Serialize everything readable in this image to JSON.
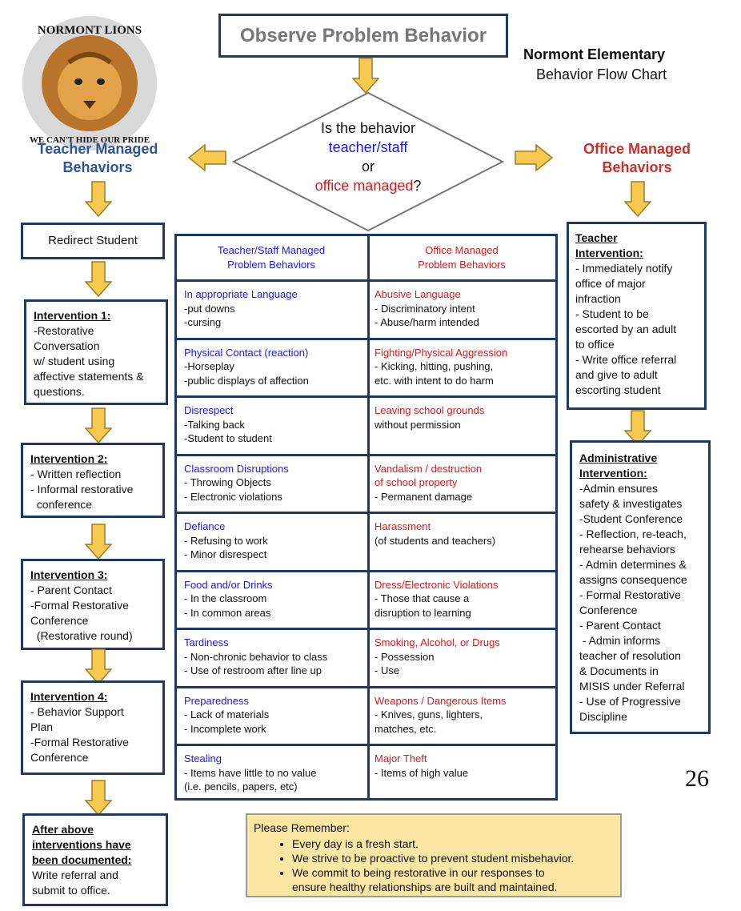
{
  "title": "Observe Problem Behavior",
  "school": {
    "name": "Normont Elementary",
    "subtitle": "Behavior Flow Chart"
  },
  "logo": {
    "top_text": "NORMONT LIONS",
    "bottom_text": "WE CAN'T HIDE OUR PRIDE"
  },
  "decision": {
    "line1": "Is the behavior",
    "line2": "teacher/staff",
    "line3": "or",
    "line4a": "office managed",
    "line4b": "?"
  },
  "teacher_heading": {
    "line1": "Teacher Managed",
    "line2": "Behaviors"
  },
  "office_heading": {
    "line1": "Office Managed",
    "line2": "Behaviors"
  },
  "teacher_steps": {
    "redirect": "Redirect Student",
    "i1": {
      "title": "Intervention 1:",
      "lines": [
        "-Restorative",
        "Conversation",
        "w/ student using",
        "affective statements &",
        "questions."
      ]
    },
    "i2": {
      "title": "Intervention 2:",
      "lines": [
        "- Written reflection",
        "- Informal restorative",
        "  conference"
      ]
    },
    "i3": {
      "title": "Intervention 3:",
      "lines": [
        "- Parent Contact",
        "-Formal Restorative",
        "Conference",
        "  (Restorative round)"
      ]
    },
    "i4": {
      "title": "Intervention 4:",
      "lines": [
        "- Behavior Support",
        "Plan",
        "-Formal Restorative",
        "Conference"
      ]
    },
    "final": {
      "title_lines": [
        "After above",
        "interventions have",
        "been documented:"
      ],
      "lines": [
        "Write referral and",
        "submit to office."
      ]
    }
  },
  "office_steps": {
    "teacher": {
      "title_lines": [
        "Teacher",
        "Intervention:"
      ],
      "lines": [
        "- Immediately notify",
        "office of major",
        "infraction",
        "- Student to be",
        "escorted by an adult",
        "to office",
        "- Write office referral",
        "and give to adult",
        "escorting student"
      ]
    },
    "admin": {
      "title_lines": [
        "Administrative",
        "Intervention:"
      ],
      "lines": [
        "-Admin ensures",
        "safety & investigates",
        "-Student Conference",
        "- Reflection, re-teach,",
        "rehearse behaviors",
        "- Admin determines &",
        "assigns consequence",
        "- Formal Restorative",
        "Conference",
        "- Parent Contact",
        " - Admin informs",
        "teacher of resolution",
        "& Documents in",
        "MISIS under Referral",
        "- Use of Progressive",
        "Discipline"
      ]
    }
  },
  "table": {
    "header_left": [
      "Teacher/Staff Managed",
      "Problem Behaviors"
    ],
    "header_right": [
      "Office Managed",
      "Problem Behaviors"
    ],
    "rows": [
      {
        "left": {
          "title": "In appropriate Language",
          "lines": [
            "-put downs",
            "-cursing"
          ]
        },
        "right": {
          "title": "Abusive Language",
          "lines": [
            "- Discriminatory intent",
            "- Abuse/harm intended"
          ]
        }
      },
      {
        "left": {
          "title": "Physical Contact (reaction)",
          "lines": [
            "-Horseplay",
            "-public displays of affection"
          ]
        },
        "right": {
          "title": "Fighting/Physical Aggression",
          "lines": [
            "- Kicking, hitting, pushing,",
            "etc. with intent to do harm"
          ]
        }
      },
      {
        "left": {
          "title": "Disrespect",
          "lines": [
            "-Talking back",
            "-Student to student"
          ]
        },
        "right": {
          "title": "Leaving school grounds",
          "lines": [
            "without permission"
          ]
        }
      },
      {
        "left": {
          "title": "Classroom Disruptions",
          "lines": [
            "- Throwing Objects",
            "- Electronic violations"
          ]
        },
        "right": {
          "title": "Vandalism / destruction",
          "title2": "of school property",
          "lines": [
            "- Permanent damage"
          ]
        }
      },
      {
        "left": {
          "title": "Defiance",
          "lines": [
            "- Refusing to work",
            "- Minor disrespect"
          ]
        },
        "right": {
          "title": "Harassment",
          "lines": [
            "(of students and teachers)"
          ]
        }
      },
      {
        "left": {
          "title": "Food and/or Drinks",
          "lines": [
            "- In the classroom",
            "- In common areas"
          ]
        },
        "right": {
          "title": "Dress/Electronic Violations",
          "lines": [
            "- Those that cause a",
            "disruption to learning"
          ]
        }
      },
      {
        "left": {
          "title": "Tardiness",
          "lines": [
            "- Non-chronic behavior to class",
            "- Use of restroom after line up"
          ]
        },
        "right": {
          "title": "Smoking, Alcohol, or Drugs",
          "lines": [
            "- Possession",
            "- Use"
          ]
        }
      },
      {
        "left": {
          "title": "Preparedness",
          "lines": [
            "- Lack of materials",
            "- Incomplete work"
          ]
        },
        "right": {
          "title": "Weapons / Dangerous Items",
          "lines": [
            "- Knives, guns, lighters,",
            "matches, etc."
          ]
        }
      },
      {
        "left": {
          "title": "Stealing",
          "lines": [
            "- Items have little to no value",
            "(i.e. pencils, papers, etc)"
          ]
        },
        "right": {
          "title": "Major Theft",
          "lines": [
            "- Items of high value"
          ]
        }
      }
    ]
  },
  "remember": {
    "title": "Please Remember:",
    "items": [
      "Every day is a fresh start.",
      "We strive to be proactive to prevent student misbehavior.",
      "We commit to being restorative in our responses to",
      "ensure healthy relationships are built and maintained."
    ]
  },
  "page_number": "26",
  "colors": {
    "border": "#1f3864",
    "arrow": "#f7c94f",
    "arrow_stroke": "#9a7d2a",
    "teacher_heading": "#2e5597",
    "office_heading": "#c9302c",
    "remember_bg": "#fce6a4"
  }
}
